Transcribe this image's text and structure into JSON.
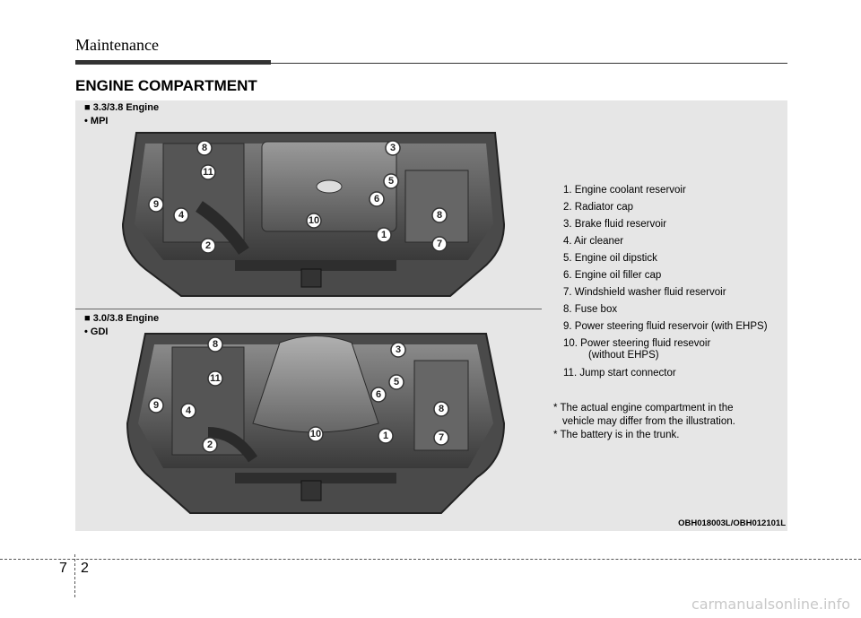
{
  "header": {
    "section": "Maintenance"
  },
  "heading": "ENGINE COMPARTMENT",
  "engine_a": {
    "line1": "■ 3.3/3.8 Engine",
    "line2": "• MPI"
  },
  "engine_b": {
    "line1": "■ 3.0/3.8 Engine",
    "line2": "• GDI"
  },
  "legend": [
    "1. Engine coolant reservoir",
    "2. Radiator cap",
    "3. Brake fluid reservoir",
    "4. Air cleaner",
    "5. Engine oil dipstick",
    "6. Engine oil filler cap",
    "7. Windshield washer fluid reservoir",
    "8. Fuse box",
    "9. Power steering fluid reservoir (with EHPS)",
    "10. Power steering fluid resevoir",
    "11. Jump start connector"
  ],
  "legend_continuation": "(without EHPS)",
  "notes": {
    "note1_line1": "* The actual engine compartment in the",
    "note1_line2": "vehicle may differ from the illustration.",
    "note2": "* The battery is in the trunk."
  },
  "caption": "OBH018003L/OBH012101L",
  "footer": {
    "chapter": "7",
    "page": "2"
  },
  "watermark": "carmanualsonline.info",
  "badge_labels": [
    "1",
    "2",
    "3",
    "4",
    "5",
    "6",
    "7",
    "8",
    "9",
    "10",
    "11"
  ]
}
